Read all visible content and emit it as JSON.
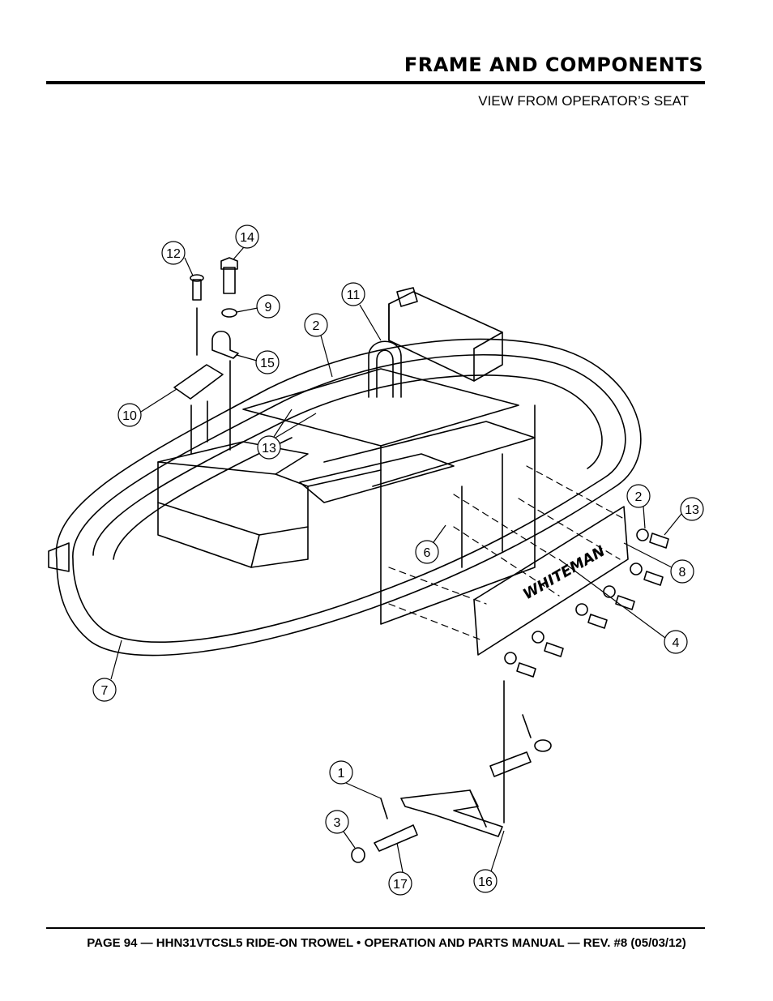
{
  "header": {
    "title": "FRAME AND COMPONENTS"
  },
  "view_label": "VIEW FROM OPERATOR’S SEAT",
  "brand_plate": "WHITEMAN",
  "callouts": [
    {
      "id": "c1",
      "label": "1"
    },
    {
      "id": "c2a",
      "label": "2"
    },
    {
      "id": "c2b",
      "label": "2"
    },
    {
      "id": "c3",
      "label": "3"
    },
    {
      "id": "c4",
      "label": "4"
    },
    {
      "id": "c6",
      "label": "6"
    },
    {
      "id": "c7",
      "label": "7"
    },
    {
      "id": "c8",
      "label": "8"
    },
    {
      "id": "c9",
      "label": "9"
    },
    {
      "id": "c10",
      "label": "10"
    },
    {
      "id": "c11",
      "label": "11"
    },
    {
      "id": "c12",
      "label": "12"
    },
    {
      "id": "c13a",
      "label": "13"
    },
    {
      "id": "c13b",
      "label": "13"
    },
    {
      "id": "c14",
      "label": "14"
    },
    {
      "id": "c15",
      "label": "15"
    },
    {
      "id": "c16",
      "label": "16"
    },
    {
      "id": "c17",
      "label": "17"
    }
  ],
  "footer": {
    "text": "PAGE 94 — HHN31VTCSL5 RIDE-ON TROWEL • OPERATION AND PARTS MANUAL — REV. #8 (05/03/12)"
  }
}
